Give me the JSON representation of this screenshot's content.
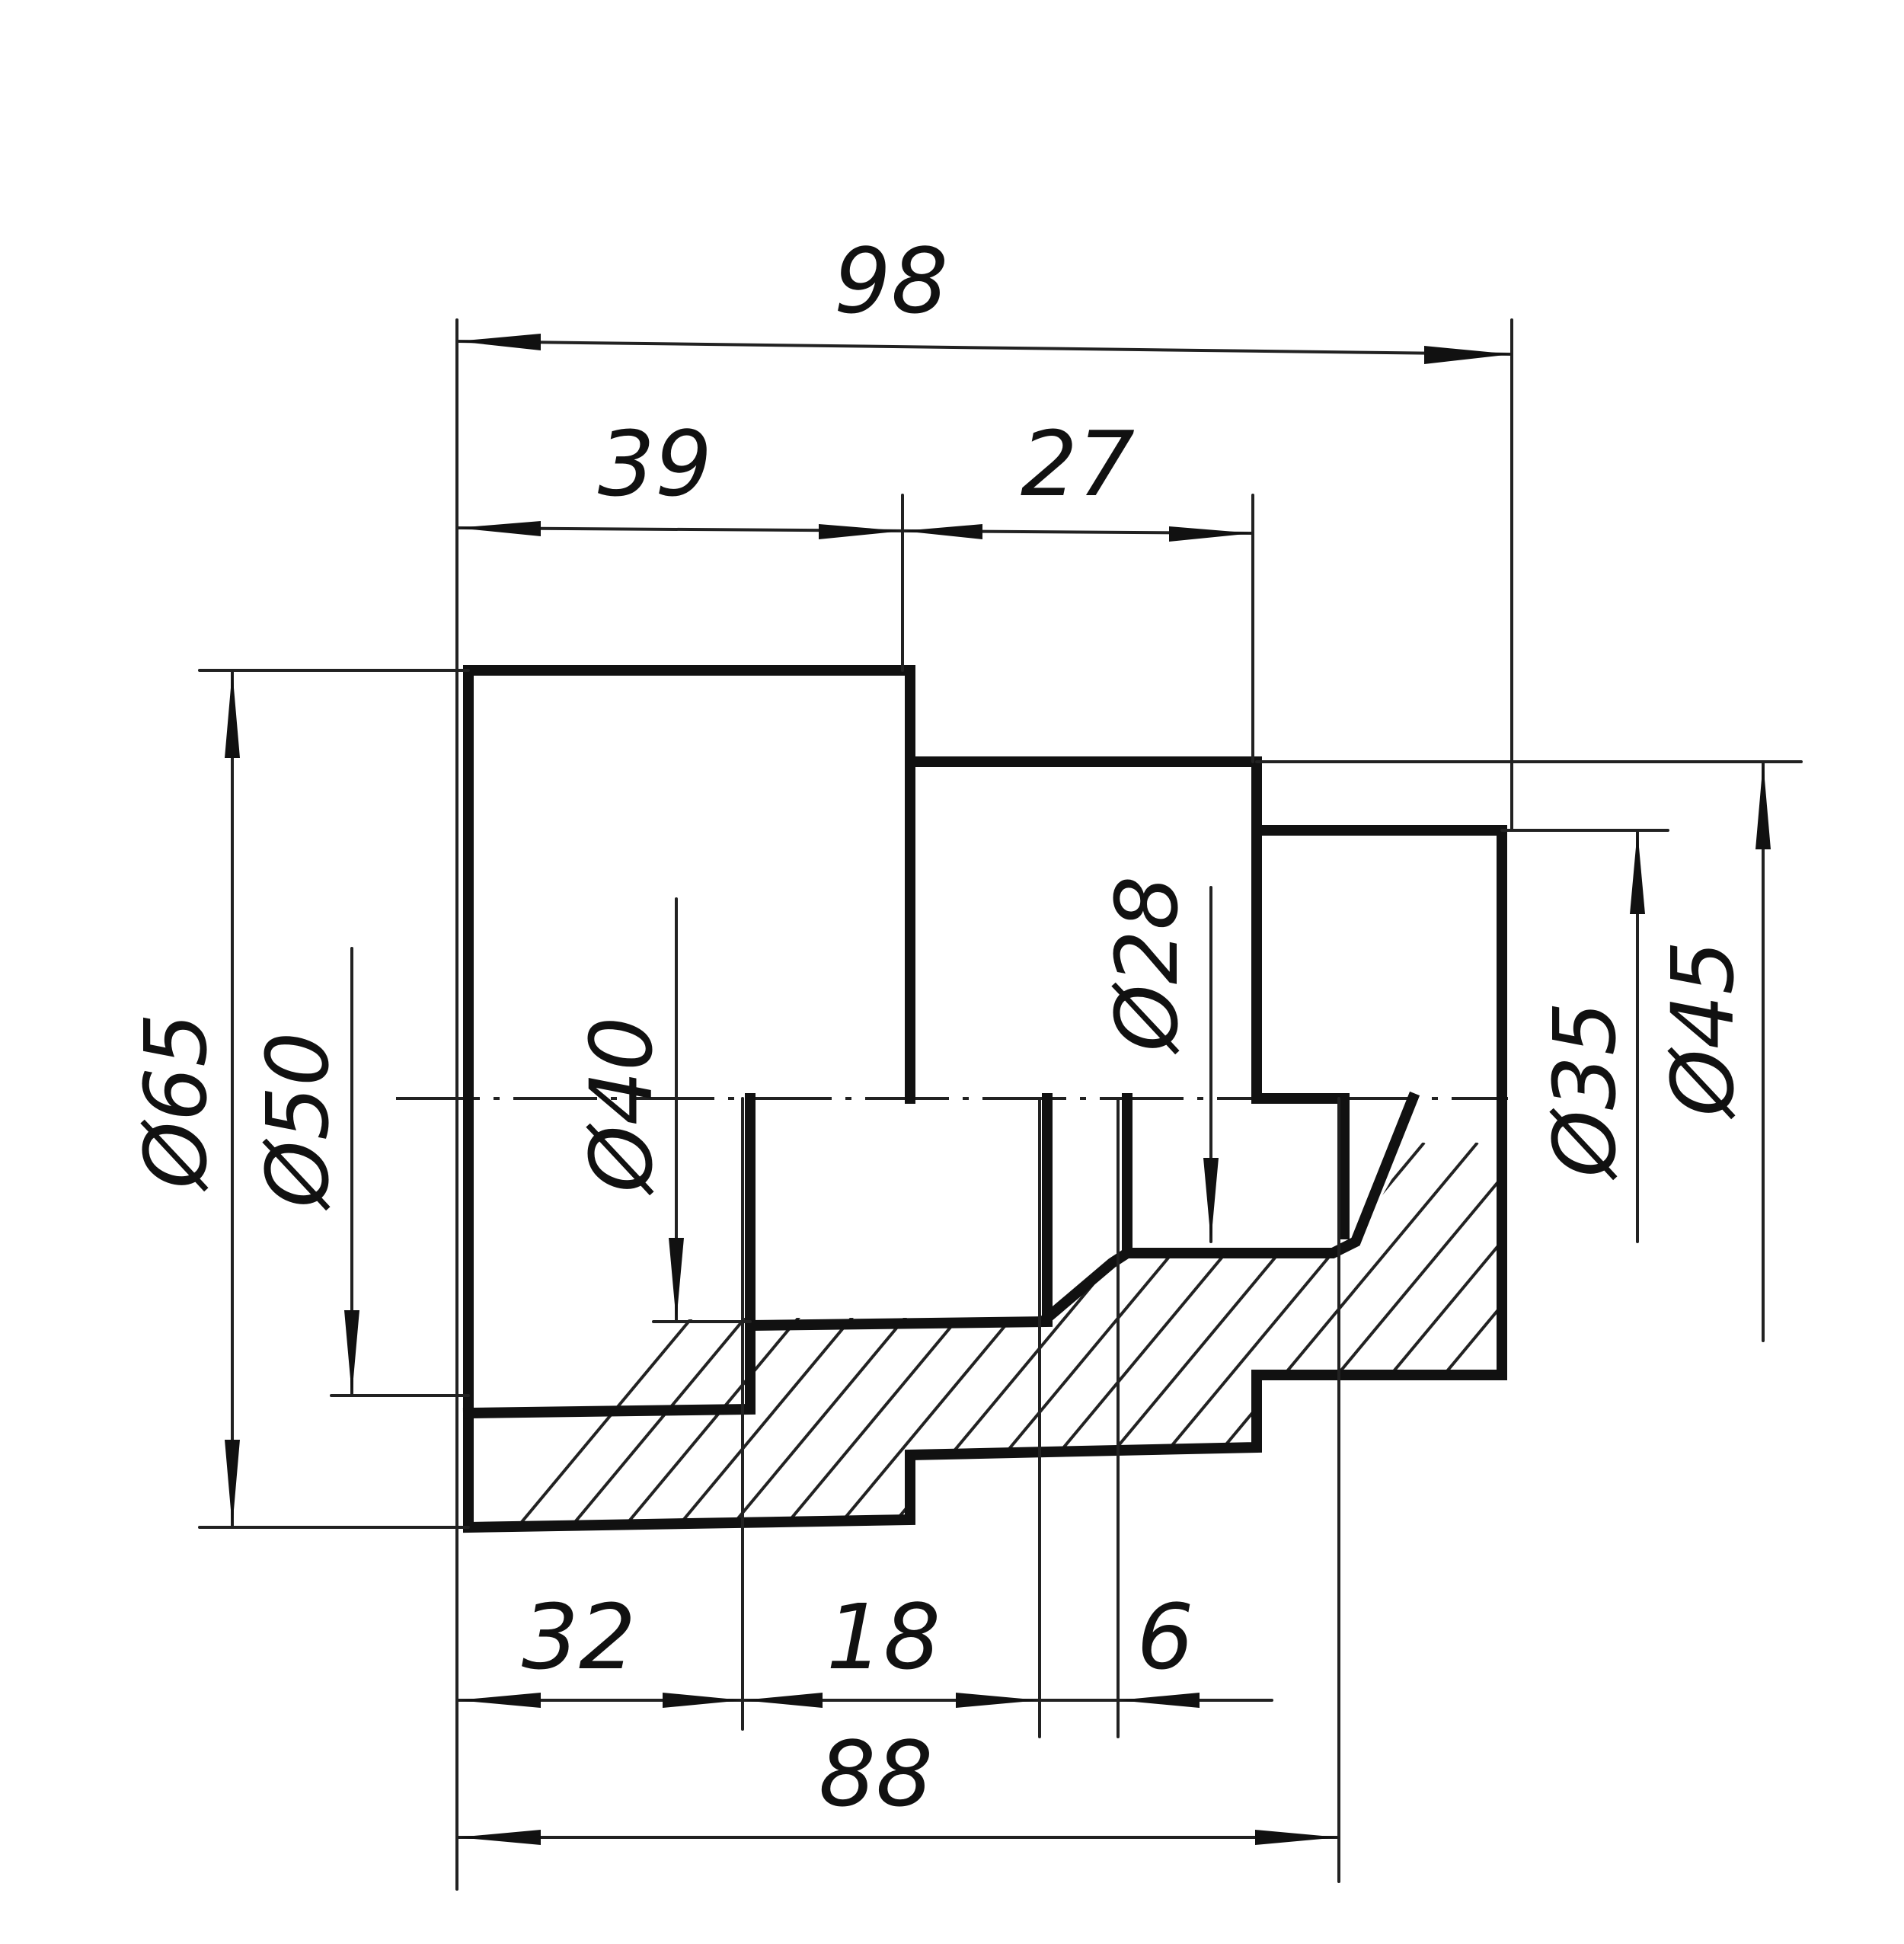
{
  "drawing": {
    "type": "shaft-section",
    "dimensions": {
      "overall_length": "98",
      "length_39": "39",
      "length_27": "27",
      "length_32": "32",
      "length_18": "18",
      "length_6": "6",
      "length_88": "88",
      "dia_65": "Ø65",
      "dia_50": "Ø50",
      "dia_40": "Ø40",
      "dia_28": "Ø28",
      "dia_35": "Ø35",
      "dia_45": "Ø45"
    }
  }
}
